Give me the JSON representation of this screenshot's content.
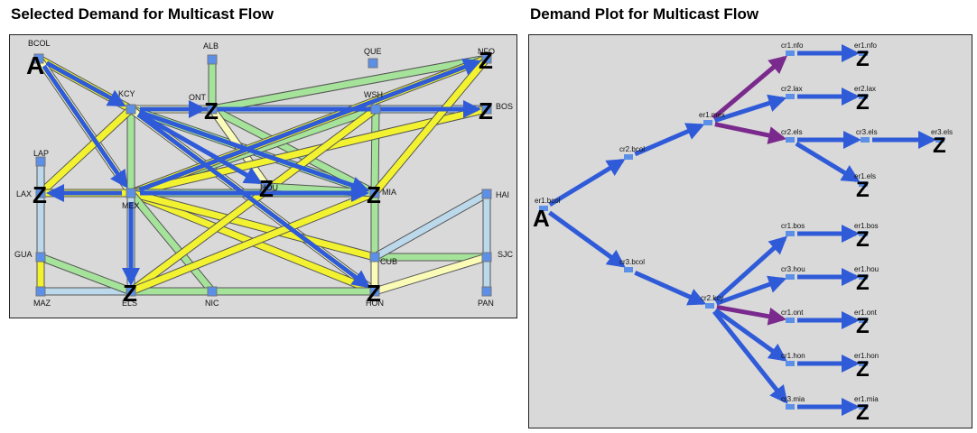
{
  "headings": {
    "left": "Selected Demand for Multicast Flow",
    "right": "Demand Plot for Multicast Flow"
  },
  "colors": {
    "panel_bg": "#d9d9d9",
    "node": "#5b8fe8",
    "demand_arrow": "#2f5bd8",
    "link_yellow": "#f2f230",
    "link_pale_yellow": "#fbfbb8",
    "link_green": "#a6e39a",
    "link_light_blue": "#bcd9ec",
    "hot_link": "#7a2a8c"
  },
  "map": {
    "source_marker": "A",
    "dest_marker": "Z",
    "nodes": [
      {
        "id": "BCOL",
        "label": "BCOL"
      },
      {
        "id": "ALB",
        "label": "ALB"
      },
      {
        "id": "QUE",
        "label": "QUE"
      },
      {
        "id": "NFO",
        "label": "NFO"
      },
      {
        "id": "KCY",
        "label": "KCY"
      },
      {
        "id": "ONT",
        "label": "ONT"
      },
      {
        "id": "WSH",
        "label": "WSH"
      },
      {
        "id": "BOS",
        "label": "BOS"
      },
      {
        "id": "LAP",
        "label": "LAP"
      },
      {
        "id": "LAX",
        "label": "LAX"
      },
      {
        "id": "MEX",
        "label": "MEX"
      },
      {
        "id": "HOU",
        "label": "HOU"
      },
      {
        "id": "MIA",
        "label": "MIA"
      },
      {
        "id": "HAI",
        "label": "HAI"
      },
      {
        "id": "GUA",
        "label": "GUA"
      },
      {
        "id": "CUB",
        "label": "CUB"
      },
      {
        "id": "SJC",
        "label": "SJC"
      },
      {
        "id": "MAZ",
        "label": "MAZ"
      },
      {
        "id": "ELS",
        "label": "ELS"
      },
      {
        "id": "NIC",
        "label": "NIC"
      },
      {
        "id": "HON",
        "label": "HON"
      },
      {
        "id": "PAN",
        "label": "PAN"
      }
    ],
    "source": "BCOL",
    "destinations": [
      "NFO",
      "ONT",
      "BOS",
      "LAX",
      "HOU",
      "MIA",
      "ELS",
      "HON"
    ],
    "demand_paths": [
      [
        "BCOL",
        "KCY"
      ],
      [
        "BCOL",
        "MEX"
      ],
      [
        "KCY",
        "ONT"
      ],
      [
        "KCY",
        "BOS"
      ],
      [
        "KCY",
        "HOU"
      ],
      [
        "KCY",
        "MIA"
      ],
      [
        "KCY",
        "HON"
      ],
      [
        "MEX",
        "LAX"
      ],
      [
        "MEX",
        "ELS"
      ],
      [
        "MEX",
        "NFO"
      ],
      [
        "MEX",
        "MIA"
      ]
    ]
  },
  "plot": {
    "source_marker": "A",
    "dest_marker": "Z",
    "nodes": [
      {
        "id": "er1.bcol",
        "label": "er1.bcol"
      },
      {
        "id": "cr2.bcol",
        "label": "cr2.bcol"
      },
      {
        "id": "cr3.bcol",
        "label": "cr3.bcol"
      },
      {
        "id": "er1.mex",
        "label": "er1.mex"
      },
      {
        "id": "cr2.kcy",
        "label": "cr2.kcy"
      },
      {
        "id": "cr1.nfo",
        "label": "cr1.nfo"
      },
      {
        "id": "cr2.lax",
        "label": "cr2.lax"
      },
      {
        "id": "cr2.els",
        "label": "cr2.els"
      },
      {
        "id": "cr3.els",
        "label": "cr3.els"
      },
      {
        "id": "cr1.bos",
        "label": "cr1.bos"
      },
      {
        "id": "cr3.hou",
        "label": "cr3.hou"
      },
      {
        "id": "cr1.ont",
        "label": "cr1.ont"
      },
      {
        "id": "cr1.hon",
        "label": "cr1.hon"
      },
      {
        "id": "cr3.mia",
        "label": "cr3.mia"
      },
      {
        "id": "er1.nfo",
        "label": "er1.nfo"
      },
      {
        "id": "er2.lax",
        "label": "er2.lax"
      },
      {
        "id": "er3.els",
        "label": "er3.els"
      },
      {
        "id": "er1.els",
        "label": "er1.els"
      },
      {
        "id": "er1.bos",
        "label": "er1.bos"
      },
      {
        "id": "er1.hou",
        "label": "er1.hou"
      },
      {
        "id": "er1.ont",
        "label": "er1.ont"
      },
      {
        "id": "er1.hon",
        "label": "er1.hon"
      },
      {
        "id": "er1.mia",
        "label": "er1.mia"
      }
    ],
    "edges": [
      [
        "er1.bcol",
        "cr2.bcol"
      ],
      [
        "er1.bcol",
        "cr3.bcol"
      ],
      [
        "cr2.bcol",
        "er1.mex"
      ],
      [
        "cr3.bcol",
        "cr2.kcy"
      ],
      [
        "er1.mex",
        "cr1.nfo"
      ],
      [
        "er1.mex",
        "cr2.lax"
      ],
      [
        "er1.mex",
        "cr2.els"
      ],
      [
        "cr1.nfo",
        "er1.nfo"
      ],
      [
        "cr2.lax",
        "er2.lax"
      ],
      [
        "cr2.els",
        "cr3.els"
      ],
      [
        "cr3.els",
        "er3.els"
      ],
      [
        "cr2.els",
        "er1.els"
      ],
      [
        "cr2.kcy",
        "cr1.bos"
      ],
      [
        "cr2.kcy",
        "cr3.hou"
      ],
      [
        "cr2.kcy",
        "cr1.ont"
      ],
      [
        "cr2.kcy",
        "cr1.hon"
      ],
      [
        "cr2.kcy",
        "cr3.mia"
      ],
      [
        "cr1.bos",
        "er1.bos"
      ],
      [
        "cr3.hou",
        "er1.hou"
      ],
      [
        "cr1.ont",
        "er1.ont"
      ],
      [
        "cr1.hon",
        "er1.hon"
      ],
      [
        "cr3.mia",
        "er1.mia"
      ]
    ],
    "hot_edges": [
      [
        "er1.mex",
        "cr1.nfo"
      ],
      [
        "er1.mex",
        "cr2.els"
      ],
      [
        "cr2.kcy",
        "cr1.ont"
      ]
    ],
    "source": "er1.bcol",
    "destinations": [
      "er1.nfo",
      "er2.lax",
      "er3.els",
      "er1.els",
      "er1.bos",
      "er1.hou",
      "er1.ont",
      "er1.hon",
      "er1.mia"
    ]
  }
}
